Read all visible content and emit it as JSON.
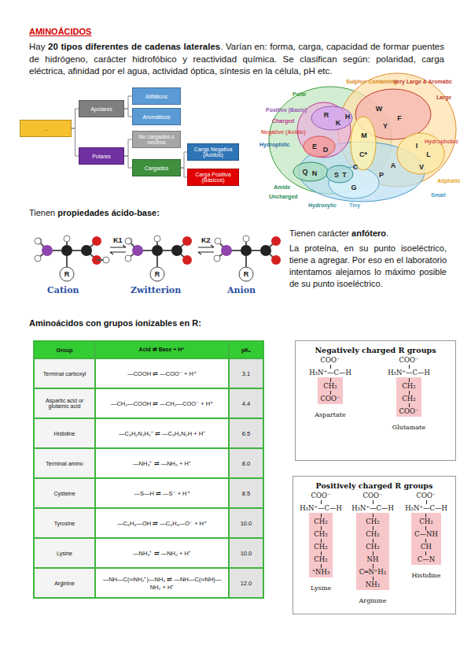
{
  "diagram": {
    "title": "AMINOÁCIDOS",
    "nodes": [
      {
        "text": [
          "..."
        ]
      },
      {
        "text": [
          "Apolares"
        ]
      },
      {
        "text": [
          "Polares"
        ]
      },
      {
        "text": [
          "Alifáticos"
        ]
      },
      {
        "text": [
          "Aromáticos"
        ]
      },
      {
        "text": [
          "No cargados o neutros"
        ]
      },
      {
        "text": [
          "Cargados"
        ]
      },
      {
        "text": [
          "Carga Negativa (Ácidos)"
        ]
      },
      {
        "text": [
          "Carga Positiva (Básicos)"
        ]
      },
      {
        "text": [
          "Negatively charged R groups"
        ]
      },
      {
        "text": [
          "Positively charged R groups"
        ]
      }
    ],
    "edges": [
      {
        "from": 0,
        "to": 1,
        "arrow": "none"
      },
      {
        "from": 0,
        "to": 2,
        "arrow": "none"
      },
      {
        "from": 1,
        "to": 3,
        "arrow": "none"
      },
      {
        "from": 1,
        "to": 4,
        "arrow": "none"
      },
      {
        "from": 2,
        "to": 5,
        "arrow": "none"
      },
      {
        "from": 2,
        "to": 6,
        "arrow": "none"
      },
      {
        "from": 6,
        "to": 7,
        "arrow": "none"
      },
      {
        "from": 6,
        "to": 8,
        "arrow": "none"
      }
    ],
    "labels": [
      "Hay ",
      "20 tipos diferentes de cadenas laterales",
      ". Varían en: forma, carga, capacidad de formar puentes de hidrógeno, carácter hidrofóbico y reactividad química. Se clasifican según: polaridad, carga eléctrica, afinidad por el agua, actividad óptica, síntesis en la célula, pH etc.",
      "Polar",
      "Sulphur Containing",
      "Very Large & Aromatic",
      "Large",
      "Positive (Basic)",
      "Charged",
      "Negative (Acidic)",
      "Hydrophilic",
      "Hydrophobic",
      "Aliphatic",
      "Amide",
      "Uncharged",
      "Hydroxylic",
      "Tiny",
      "Small",
      "R",
      "K",
      "H",
      "E",
      "D",
      "Q",
      "N",
      "S",
      "T",
      "C",
      "C*",
      "M",
      "W",
      "F",
      "Y",
      "I",
      "L",
      "V",
      "P",
      "G",
      "A",
      "Tienen ",
      "propiedades ácido-base:",
      "K1",
      "K2",
      "Cation",
      "Zwitterion",
      "Anion",
      "R",
      "R",
      "R",
      "Tienen carácter ",
      "anfótero",
      ".",
      "La proteína, en su punto isoeléctrico, tiene a agregar. Por eso en el laboratorio intentamos alejarnos lo máximo posible de su punto isoeléctrico.",
      "Aminoácidos con grupos ionizables en R:",
      "Group",
      "Acid ⇌ Base + H⁺",
      "pKₐ",
      "Terminal carboxyl",
      "—COOH ⇌ —COO⁻ + H⁺",
      "3.1",
      "Aspartic acid or glutamic acid",
      "—CH₂—COOH ⇌ —CH₂—COO⁻ + H⁺",
      "4.4",
      "Histidine",
      "—C₃H₂N₂H₂⁺ ⇌ —C₃H₂N₂H + H⁺",
      "6.5",
      "Terminal amino",
      "—NH₃⁺ ⇌ —NH₂ + H⁺",
      "8.0",
      "Cysteine",
      "—S—H ⇌ —S⁻ + H⁺",
      "8.5",
      "Tyrosine",
      "—C₆H₄—OH ⇌ —C₆H₄—O⁻ + H⁺",
      "10.0",
      "Lysine",
      "—NH₃⁺ ⇌ —NH₂ + H⁺",
      "10.0",
      "Arginine",
      "—NH—C(═NH₂⁺)—NH₂ ⇌ —NH—C(═NH)—NH₂ + H⁺",
      "12.0",
      "COO⁻",
      "H₃N⁺—C—H",
      "CH₂",
      "COO⁻",
      "Aspartate",
      "COO⁻",
      "H₃N⁺—C—H",
      "CH₂",
      "CH₂",
      "COO⁻",
      "Glutamate",
      "COO⁻",
      "H₃N⁺—C—H",
      "CH₂",
      "CH₂",
      "CH₂",
      "CH₂",
      "⁺NH₃",
      "Lysine",
      "COO⁻",
      "H₃N⁺—C—H",
      "CH₂",
      "CH₂",
      "CH₂",
      "NH",
      "C═N⁺H₂",
      "NH₂",
      "Arginine",
      "COO⁻",
      "H₃N⁺—C—H",
      "CH₂",
      "C—NH",
      "CH",
      "C—N",
      "Histidine"
    ]
  }
}
